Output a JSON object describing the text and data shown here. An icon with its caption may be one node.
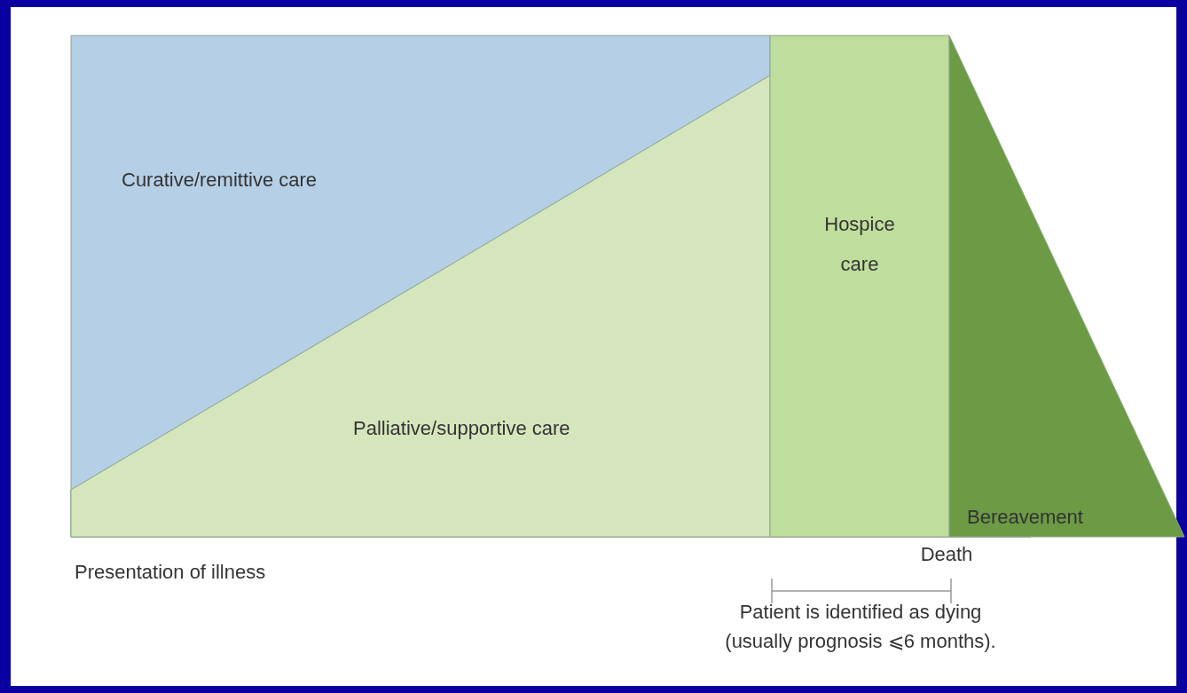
{
  "diagram": {
    "nodes": [
      {
        "text": [
          "Curative/remittive care"
        ]
      },
      {
        "text": [
          "Palliative/supportive care"
        ]
      },
      {
        "text": [
          "Hospice care"
        ]
      },
      {
        "text": [
          "Bereavement"
        ]
      }
    ],
    "edges": [],
    "labels": [
      "Death",
      "Presentation of illness",
      "Patient is identified as dying (usually prognosis ⩽6 months)."
    ]
  }
}
